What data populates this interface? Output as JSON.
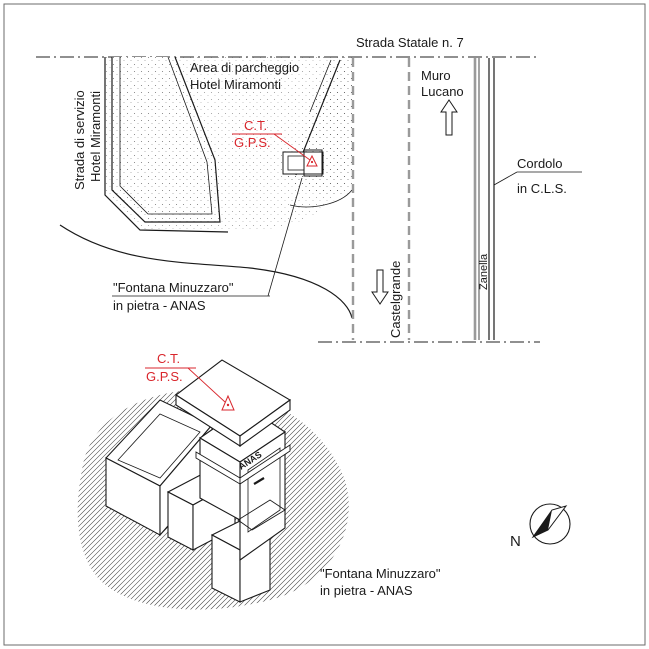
{
  "plan": {
    "road_label": "Strada Statale n. 7",
    "service_road_line1": "Strada di servizio",
    "service_road_line2": "Hotel Miramonti",
    "parking_line1": "Area di parcheggio",
    "parking_line2": "Hotel Miramonti",
    "ct_label": "C.T.",
    "gps_label": "G.P.S.",
    "town_north_line1": "Muro",
    "town_north_line2": "Lucano",
    "town_south": "Castelgrande",
    "curb_line1": "Cordolo",
    "curb_line2": "in C.L.S.",
    "gutter": "Zanella",
    "fountain_line1": "\"Fontana Minuzzaro\"",
    "fountain_line2": "in pietra - ANAS"
  },
  "detail": {
    "ct_label": "C.T.",
    "gps_label": "G.P.S.",
    "plaque_text": "ANAS",
    "fountain_line1": "\"Fontana Minuzzaro\"",
    "fountain_line2": "in pietra - ANAS"
  },
  "compass": {
    "north_label": "N"
  },
  "colors": {
    "marker_red": "#d9262c",
    "gutter_grey": "#9a9a9a"
  }
}
